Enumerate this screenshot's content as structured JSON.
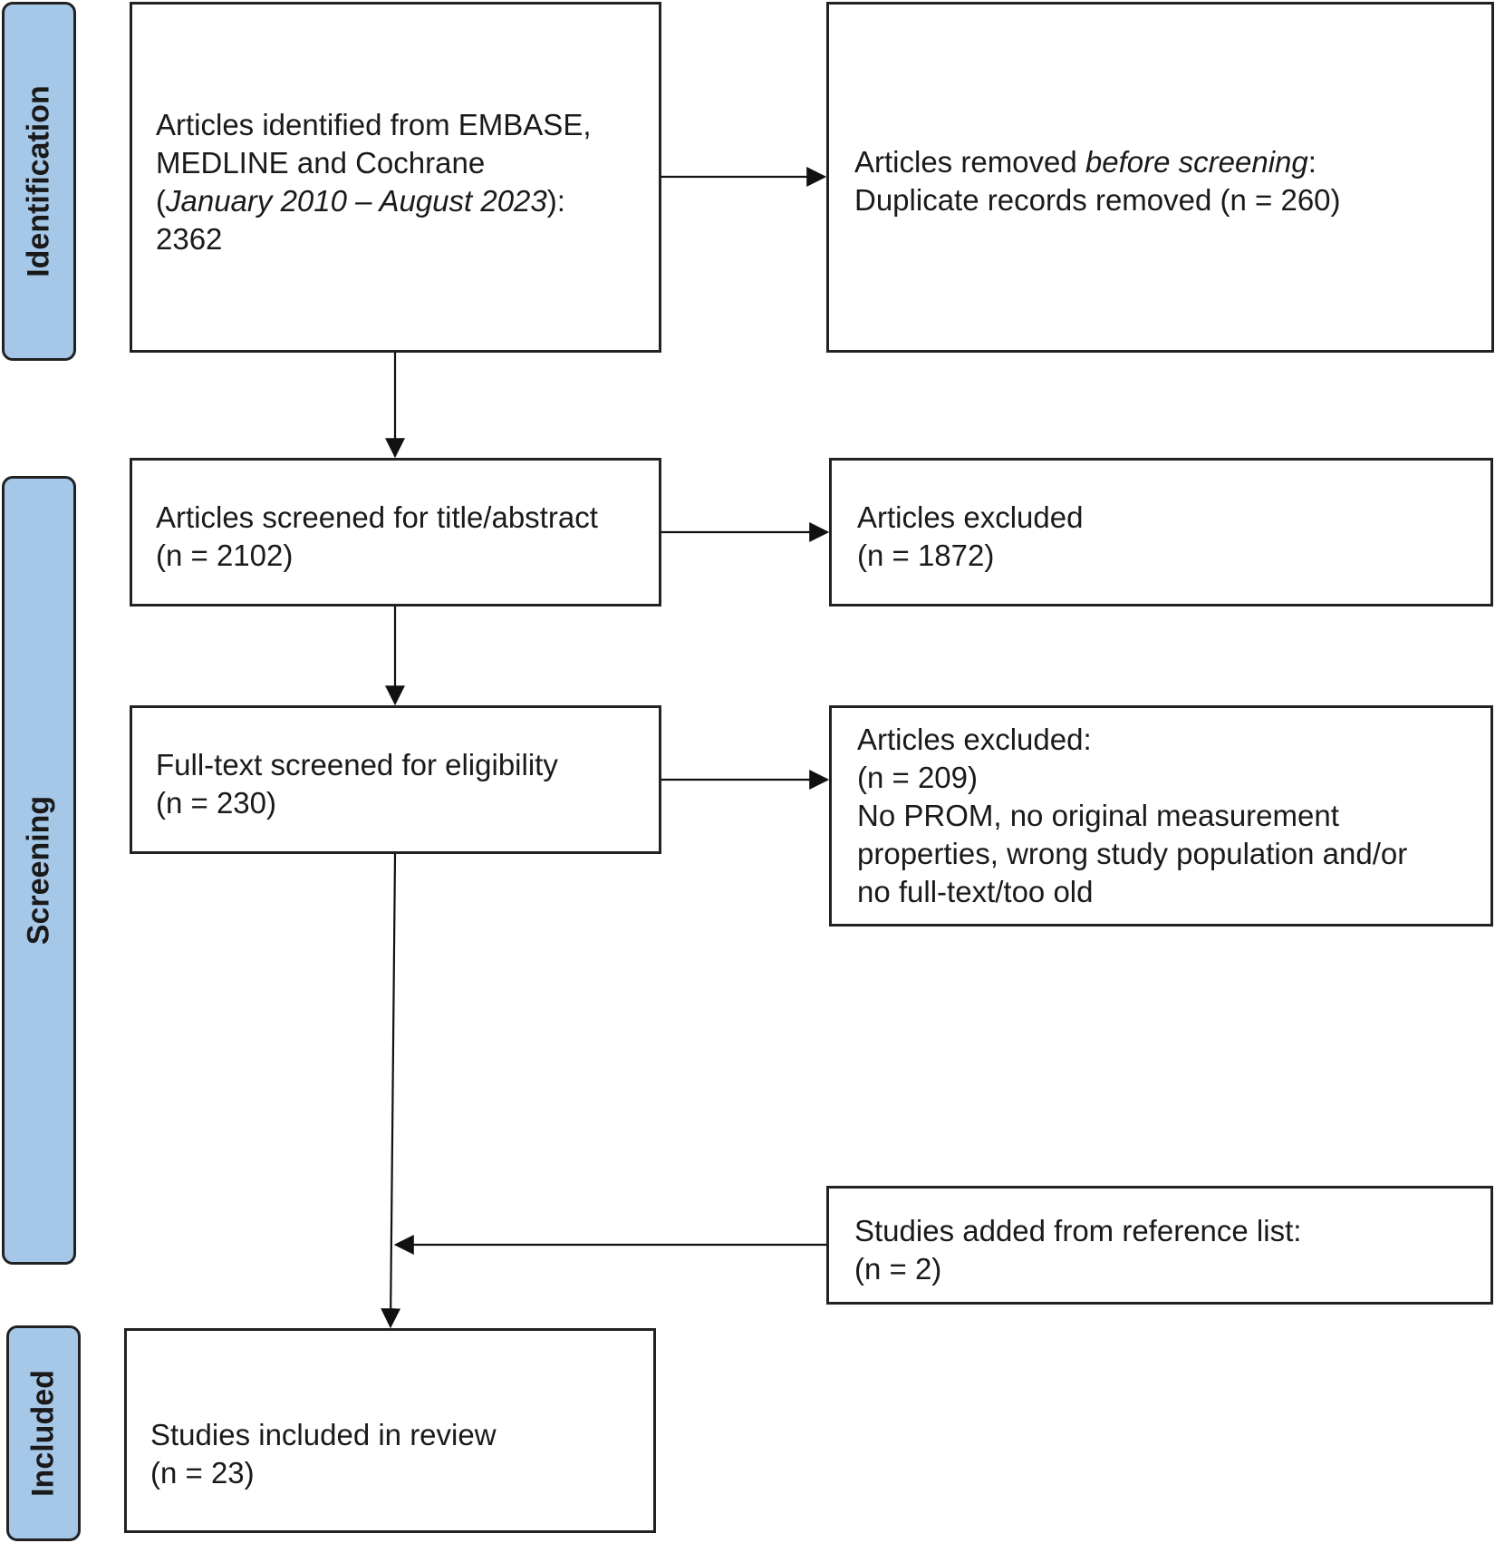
{
  "phases": {
    "identification": "Identification",
    "screening": "Screening",
    "included": "Included"
  },
  "boxes": {
    "identified": {
      "line1": "Articles identified from EMBASE,",
      "line2": "MEDLINE and Cochrane",
      "line3_open": "(",
      "line3_italic": "January 2010 – August 2023",
      "line3_close": "):",
      "line4": "2362"
    },
    "removed": {
      "line1_a": "Articles removed ",
      "line1_italic": "before screening",
      "line1_b": ":",
      "line2": "Duplicate records removed  (n = 260)"
    },
    "screened": {
      "line1": "Articles screened for title/abstract",
      "line2": "(n = 2102)"
    },
    "excluded_title": {
      "line1": "Articles excluded",
      "line2": "(n = 1872)"
    },
    "fulltext": {
      "line1": "Full-text screened for eligibility",
      "line2": "(n = 230)"
    },
    "excluded_fulltext": {
      "line1": "Articles excluded:",
      "line2": "(n = 209)",
      "line3": "No PROM, no original measurement",
      "line4": "properties, wrong study population and/or",
      "line5": "no full-text/too old"
    },
    "reference": {
      "line1": "Studies added from reference list:",
      "line2": "(n = 2)"
    },
    "included": {
      "line1": "Studies included in review",
      "line2": "(n = 23)"
    }
  },
  "colors": {
    "phase_fill": "#a6c8e8",
    "border": "#222222",
    "text": "#1a1a1a"
  }
}
